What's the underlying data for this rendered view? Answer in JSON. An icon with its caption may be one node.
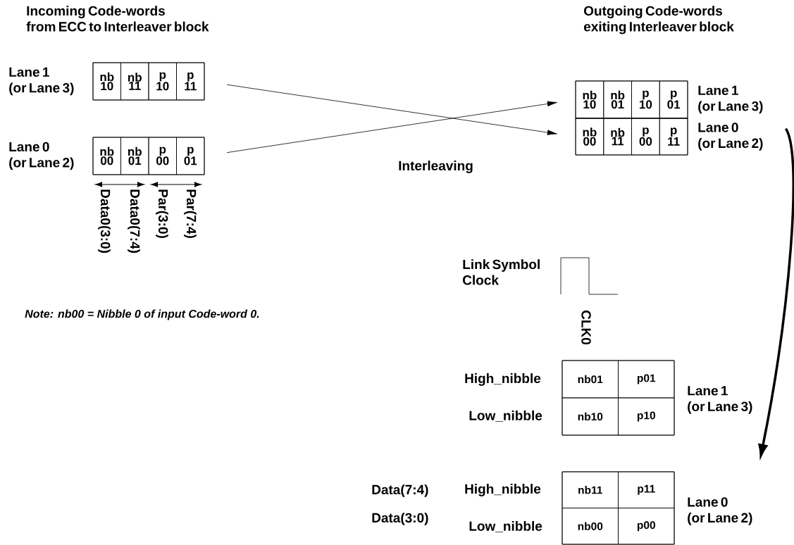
{
  "diagram": {
    "nodes": [
      {
        "text": [],
        "shape": "box",
        "beside": [
          "Lane 1 (or Lane 3)"
        ]
      },
      {
        "text": [
          "nb 10"
        ],
        "in": 0
      },
      {
        "text": [
          "nb 11"
        ],
        "in": 0
      },
      {
        "text": [
          "p 10"
        ],
        "in": 0
      },
      {
        "text": [
          "p 11"
        ],
        "in": 0
      },
      {
        "text": [],
        "shape": "box",
        "beside": [
          "Lane 0 (or Lane 2)"
        ]
      },
      {
        "text": [
          "nb 00"
        ],
        "in": 5
      },
      {
        "text": [
          "nb 01"
        ],
        "in": 5
      },
      {
        "text": [
          "p 00"
        ],
        "in": 5
      },
      {
        "text": [
          "p 01"
        ],
        "in": 5
      },
      {
        "text": [],
        "shape": "box",
        "beside": [
          "Lane 1 (or Lane 3)"
        ]
      },
      {
        "text": [
          "nb 10"
        ],
        "in": 10
      },
      {
        "text": [
          "nb 01"
        ],
        "in": 10
      },
      {
        "text": [
          "p 10"
        ],
        "in": 10
      },
      {
        "text": [
          "p 01"
        ],
        "in": 10
      },
      {
        "text": [],
        "shape": "box",
        "beside": [
          "Lane 0 (or Lane 2)"
        ]
      },
      {
        "text": [
          "nb 00"
        ],
        "in": 15
      },
      {
        "text": [
          "nb 11"
        ],
        "in": 15
      },
      {
        "text": [
          "p 00"
        ],
        "in": 15
      },
      {
        "text": [
          "p 11"
        ],
        "in": 15
      },
      {
        "text": [],
        "shape": "box",
        "beside": [
          "Lane 1 (or Lane 3)"
        ]
      },
      {
        "text": [
          "nb01"
        ],
        "in": 20
      },
      {
        "text": [
          "p01"
        ],
        "in": 20
      },
      {
        "text": [
          "nb10"
        ],
        "in": 20
      },
      {
        "text": [
          "p10"
        ],
        "in": 20
      },
      {
        "text": [],
        "shape": "box",
        "beside": [
          "Lane 0 (or Lane 2)"
        ]
      },
      {
        "text": [
          "nb11"
        ],
        "in": 25
      },
      {
        "text": [
          "p11"
        ],
        "in": 25
      },
      {
        "text": [
          "nb00"
        ],
        "in": 25
      },
      {
        "text": [
          "p00"
        ],
        "in": 25
      }
    ],
    "edges": [
      {
        "from": 0,
        "to": 15,
        "arrow": "to"
      },
      {
        "from": 5,
        "to": 10,
        "arrow": "to"
      },
      {
        "from": 10,
        "to": 25,
        "arrow": "to",
        "style": "thick"
      }
    ],
    "labels": [
      "Incoming Code-words from ECC to Interleaver block",
      "Outgoing Code-words exiting Interleaver block",
      "Interleaving",
      "Data0(3:0)",
      "Data0(7:4)",
      "Par(3:0)",
      "Par(7:4)",
      "Link Symbol Clock",
      "CLK0",
      "Note: nb00 = Nibble 0 of input Code-word 0.",
      "High_nibble",
      "Low_nibble",
      "Data(7:4)",
      "High_nibble",
      "Data(3:0)",
      "Low_nibble"
    ]
  }
}
